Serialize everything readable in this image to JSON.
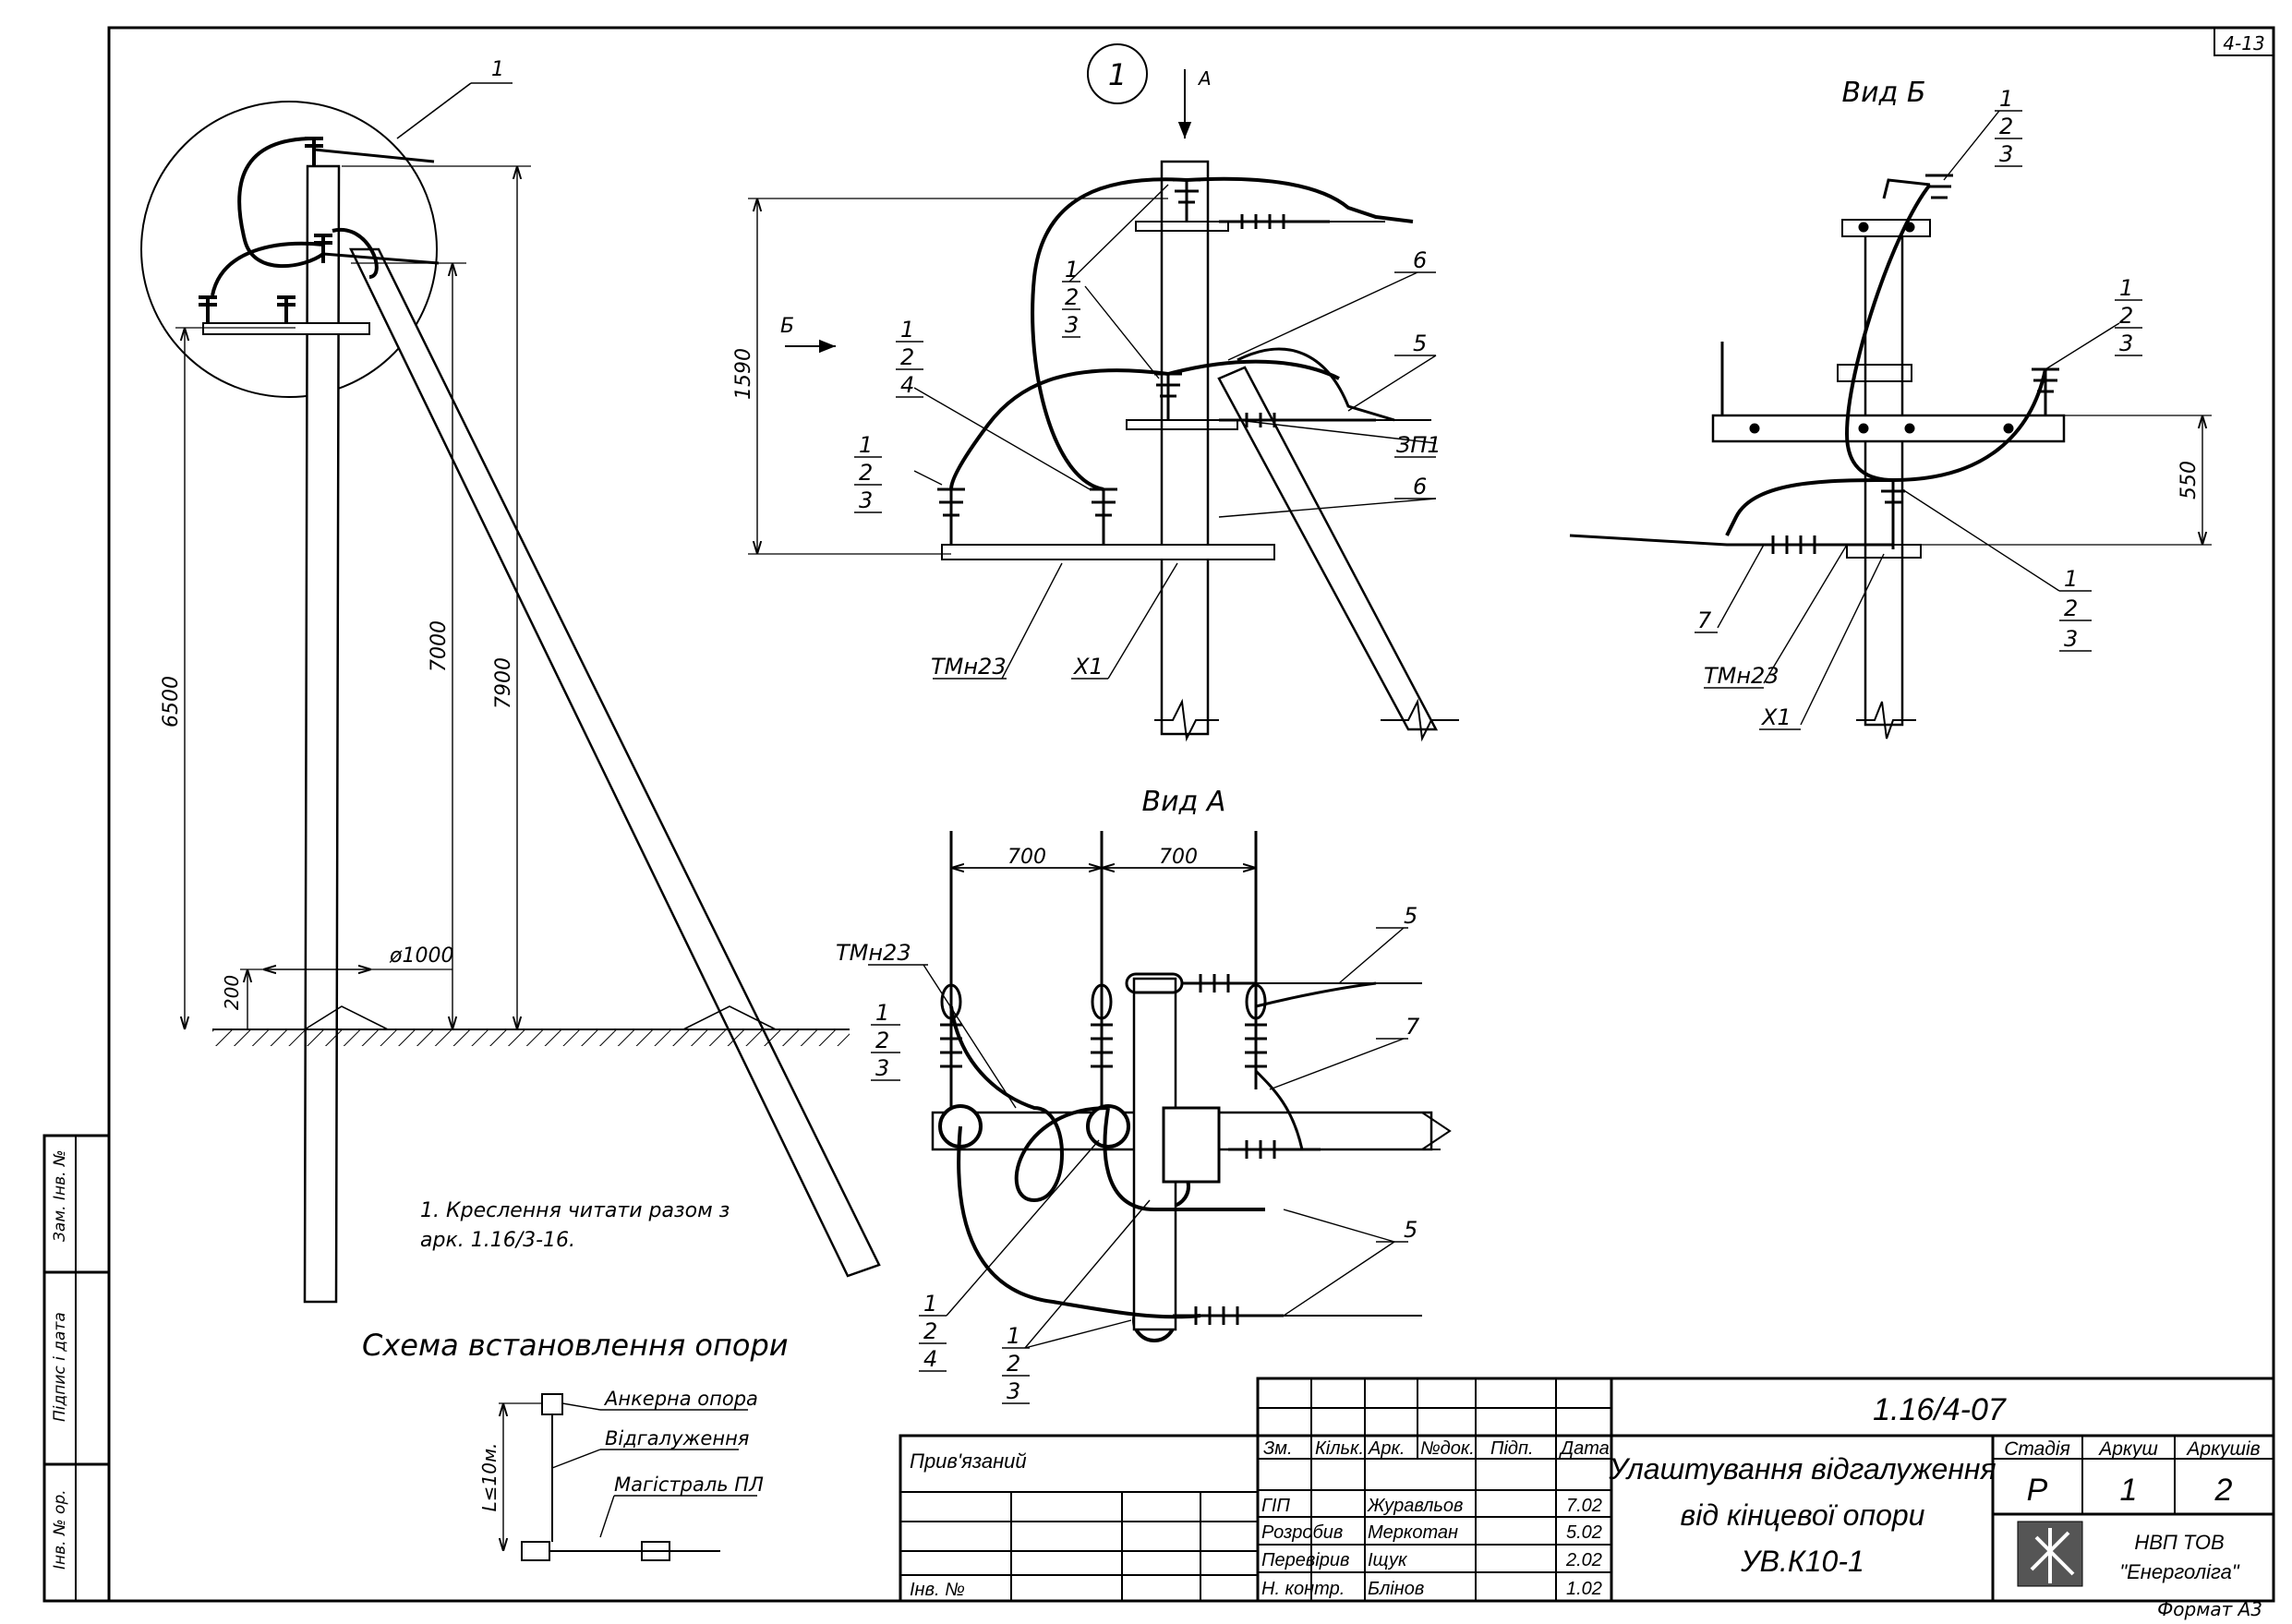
{
  "sheet": {
    "code": "4-13",
    "format": "Формат А3"
  },
  "side_stamp": {
    "zam_inv": "Зам. Інв. №",
    "pidpys": "Підпис і дата",
    "inv_orig": "Інв. № ор."
  },
  "left_view": {
    "callout": "1",
    "dims": {
      "d6500": "6500",
      "d7000": "7000",
      "d7900": "7900",
      "d200": "200",
      "d1000": "ø1000"
    }
  },
  "node_view": {
    "circle_label": "1",
    "arrow_a": "А",
    "arrow_b": "Б",
    "dim_1590": "1590",
    "labels": {
      "n1": "1",
      "n2": "2",
      "n3": "3",
      "n4": "4",
      "n5": "5",
      "n6": "6",
      "zp1": "ЗП1",
      "tmn23": "ТМн23",
      "x1": "Х1"
    }
  },
  "view_b": {
    "title": "Вид Б",
    "dim_550": "550",
    "n7": "7",
    "tmn23": "ТМн23",
    "x1": "Х1"
  },
  "view_a": {
    "title": "Вид А",
    "d700a": "700",
    "d700b": "700",
    "tmn23": "ТМн23",
    "n5": "5",
    "n7": "7"
  },
  "note": {
    "line1": "1. Креслення читати разом з",
    "line2": "арк. 1.16/3-16."
  },
  "scheme": {
    "title": "Схема встановлення опори",
    "anchor": "Анкерна опора",
    "branch": "Відгалуження",
    "main": "Магістраль ПЛ",
    "dim": "L≤10м."
  },
  "title_block": {
    "designation": "1.16/4-07",
    "privyazanyi": "Прив'язаний",
    "inv_no": "Інв. №",
    "headers": [
      "Зм.",
      "Кільк.",
      "Арк.",
      "№док.",
      "Підп.",
      "Дата"
    ],
    "rows": [
      {
        "role": "ГІП",
        "name": "Журавльов",
        "date": "7.02"
      },
      {
        "role": "Розробив",
        "name": "Меркотан",
        "date": "5.02"
      },
      {
        "role": "Перевірив",
        "name": "Іщук",
        "date": "2.02"
      },
      {
        "role": "Н. контр.",
        "name": "Блінов",
        "date": "1.02"
      }
    ],
    "title_line1": "Улаштування відгалуження",
    "title_line2": "від кінцевої опори",
    "title_line3": "УВ.К10-1",
    "stage_h": "Стадія",
    "sheet_h": "Аркуш",
    "sheets_h": "Аркушів",
    "stage": "Р",
    "sheet_no": "1",
    "sheets_no": "2",
    "company1": "НВП ТОВ",
    "company2": "\"Енерголіга\""
  }
}
